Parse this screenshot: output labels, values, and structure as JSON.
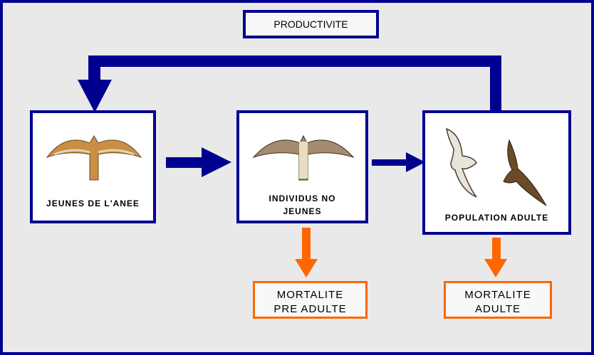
{
  "title": "PRODUCTIVITE",
  "stages": [
    {
      "label": "JEUNES DE L'ANEE",
      "image": "juvenile-eagle"
    },
    {
      "label_line1": "INDIVIDUS NO",
      "label_line2": "JEUNES",
      "image": "immature-eagle"
    },
    {
      "label": "POPULATION ADULTE",
      "image": "adult-eagles"
    }
  ],
  "mortality": [
    {
      "line1": "MORTALITE",
      "line2": "PRE ADULTE"
    },
    {
      "line1": "MORTALITE",
      "line2": "ADULTE"
    }
  ],
  "colors": {
    "flow": "#000090",
    "mortality": "#ff6600",
    "background": "#e9e9e9"
  }
}
